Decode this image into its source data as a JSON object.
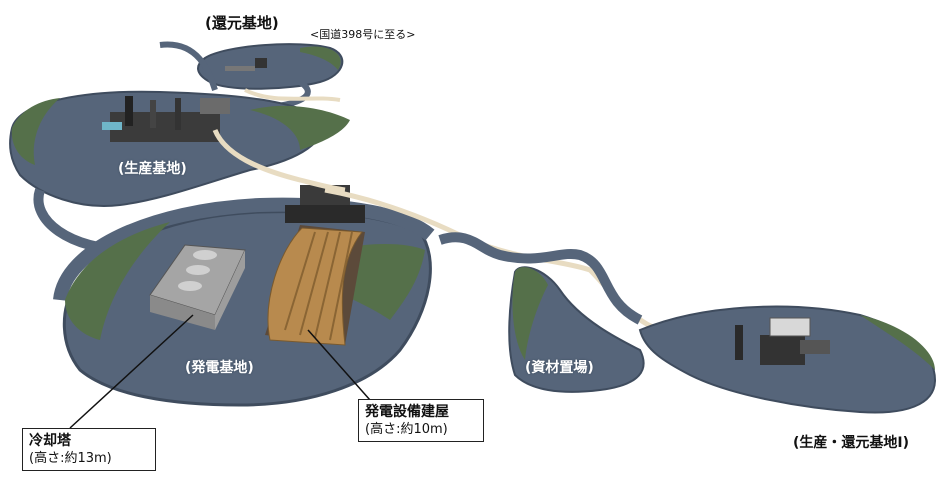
{
  "labels": {
    "return_base_top": "(還元基地)",
    "road_note": "<国道398号に至る>",
    "production_base": "(生産基地)",
    "power_base": "(発電基地)",
    "materials_yard": "(資材置場)",
    "production_return_base": "(生産・還元基地Ⅰ)"
  },
  "callouts": {
    "cooling_tower": {
      "title": "冷却塔",
      "sub": "(高さ:約13m)"
    },
    "power_building": {
      "title": "発電設備建屋",
      "sub": "(高さ:約10m)"
    }
  },
  "colors": {
    "pad": "#56657a",
    "pad_edge": "#3f4c5e",
    "green": "#55704a",
    "road": "#e8dcc2",
    "building": "#a8793f",
    "tower": "#b8b8b8"
  }
}
